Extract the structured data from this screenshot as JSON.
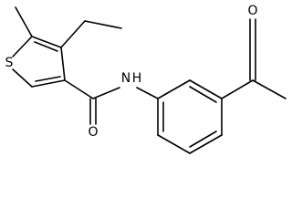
{
  "atoms": {
    "sulfur": "S",
    "nitrogen": "N",
    "hydrogen": "H",
    "oxygen_amide": "O",
    "oxygen_ketone": "O"
  }
}
